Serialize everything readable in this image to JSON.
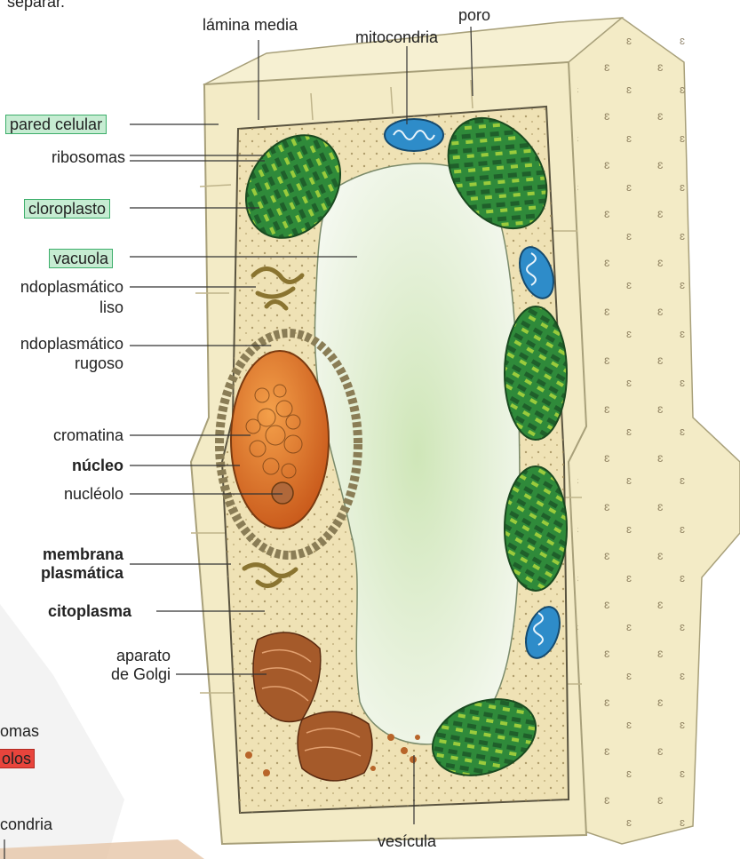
{
  "header": {
    "fragment": "separar."
  },
  "labels": {
    "lamina_media": "lámina media",
    "mitocondria_top": "mitocondria",
    "poro": "poro",
    "pared_celular": "pared celular",
    "ribosomas": "ribosomas",
    "cloroplasto": "cloroplasto",
    "vacuola": "vacuola",
    "rel_line1": "ndoplasmático",
    "rel_line2": "liso",
    "rer_line1": "ndoplasmático",
    "rer_line2": "rugoso",
    "cromatina": "cromatina",
    "nucleo": "núcleo",
    "nucleolo": "nucléolo",
    "membrana_line1": "membrana",
    "membrana_line2": "plasmática",
    "citoplasma": "citoplasma",
    "golgi_line1": "aparato",
    "golgi_line2": "de Golgi",
    "vesicula": "vesícula",
    "left_fragment_ribosomas": "omas",
    "left_fragment_red": "olos",
    "left_fragment_mito": "condria"
  },
  "colors": {
    "green_box": "#c6ecd2",
    "red_box": "#e8443c",
    "cell_wall": "#f3ebc6",
    "chloroplast": "#2f8a3a",
    "mitochondria": "#2e8cc9",
    "nucleus": "#e07a2a",
    "vacuole": "#e2efd2"
  }
}
